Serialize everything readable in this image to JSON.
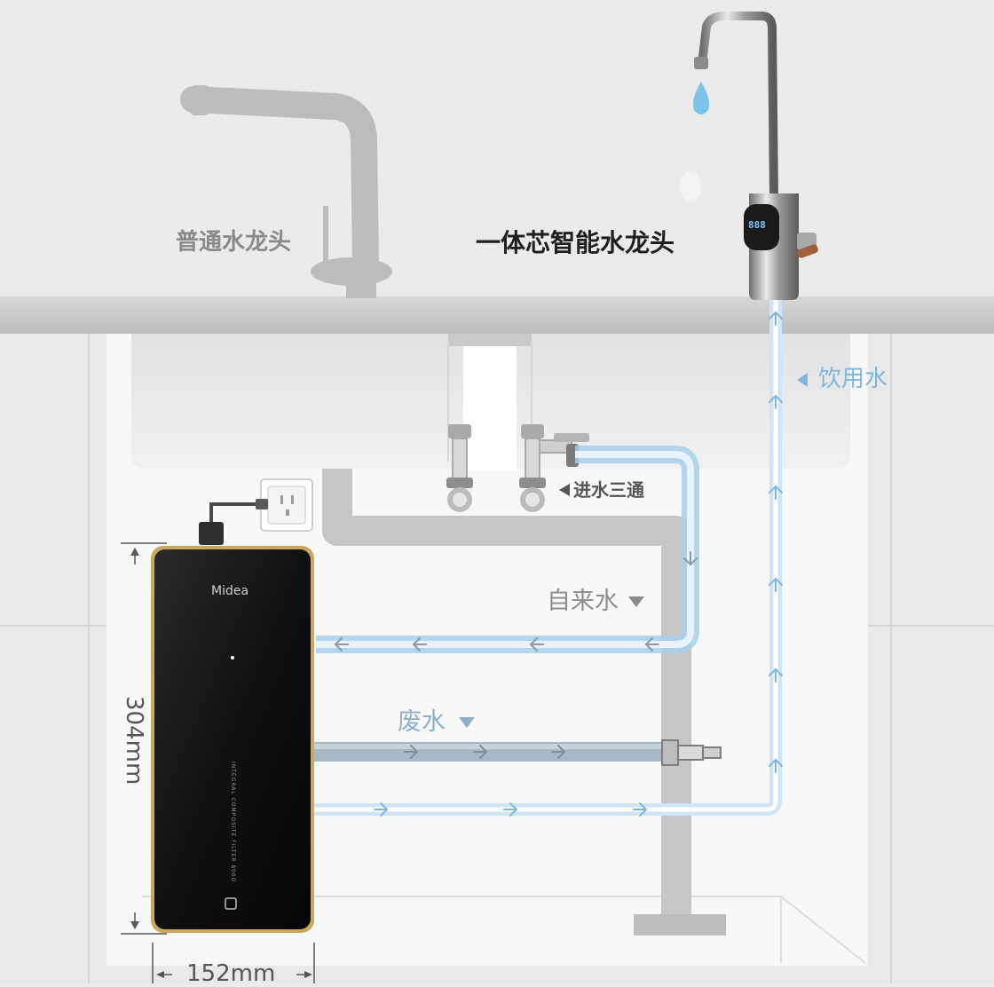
{
  "labels": {
    "regular_faucet": "普通水龙头",
    "smart_faucet": "一体芯智能水龙头",
    "drinking_water": "饮用水",
    "inlet_tee": "进水三通",
    "tap_water": "自来水",
    "waste_water": "废水"
  },
  "dimensions": {
    "height": "304mm",
    "width": "152mm"
  },
  "purifier": {
    "brand": "Midea",
    "spec_text": "INTEGRAL COMPOSITE FILTER 800G"
  },
  "faucet_display": "888",
  "colors": {
    "counter": "#cfcfcf",
    "cabinet_bg": "#f7f7f7",
    "pipe_grey": "#c4c4c4",
    "water_blue": "#a9cfea",
    "arrow_blue": "#7fb6dc",
    "purifier_body": "#121212",
    "purifier_trim": "#c9a85a"
  },
  "icons": [
    "water-drop-icon",
    "power-outlet-icon",
    "flow-arrow-icon",
    "triangle-pointer-icon"
  ]
}
